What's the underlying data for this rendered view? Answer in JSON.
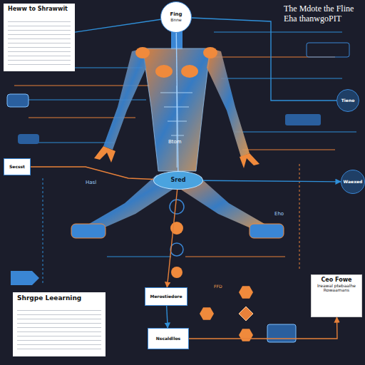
{
  "diagram": {
    "title": "The Mdote the Fline Eha thanwgoPIT",
    "nodes": [
      {
        "text": [
          "Heww to Shrawwit"
        ]
      },
      {
        "text": [
          "Fing",
          "Bnne"
        ]
      },
      {
        "text": [
          "Sred"
        ]
      },
      {
        "text": [
          "Tieno"
        ]
      },
      {
        "text": [
          "Waexed"
        ]
      },
      {
        "text": [
          "Secsst"
        ]
      },
      {
        "text": [
          "Shrgpe Leearning"
        ]
      },
      {
        "text": [
          "Merostiedore"
        ]
      },
      {
        "text": [
          "Nscaldllos"
        ]
      },
      {
        "text": [
          "Ceo Fowe",
          "Ireawal ptebaalhe Rowaamans"
        ]
      }
    ],
    "edges": [
      {
        "from": 0,
        "to": 1,
        "arrow": "none"
      },
      {
        "from": 1,
        "to": 2,
        "arrow": "none"
      },
      {
        "from": 5,
        "to": 2,
        "arrow": "none"
      },
      {
        "from": 2,
        "to": 4,
        "arrow": "to"
      },
      {
        "from": 3,
        "to": 1,
        "arrow": "none"
      },
      {
        "from": 2,
        "to": 7,
        "arrow": "to"
      },
      {
        "from": 7,
        "to": 8,
        "arrow": "to"
      },
      {
        "from": 8,
        "to": 9,
        "arrow": "to"
      }
    ],
    "labels": [
      "Btom",
      "Hasl",
      "FFD",
      "Eho"
    ]
  }
}
